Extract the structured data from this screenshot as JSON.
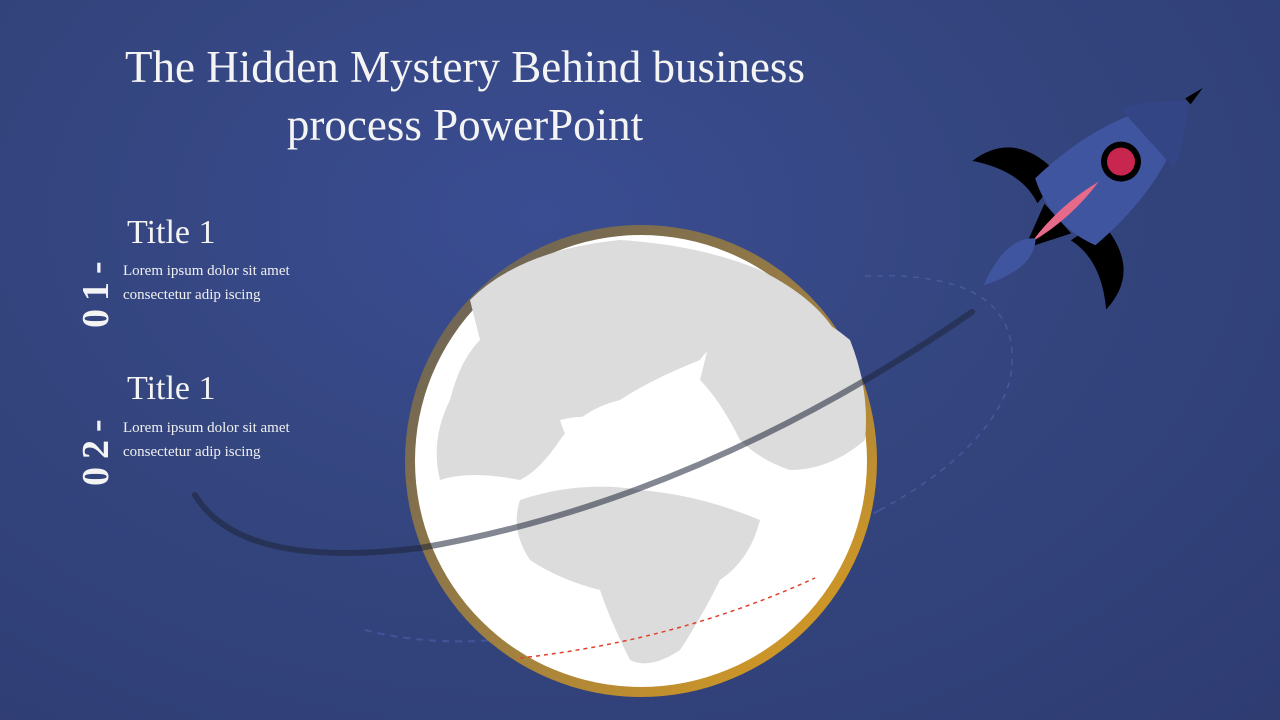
{
  "slide": {
    "title": "The Hidden Mystery Behind business process PowerPoint",
    "items": [
      {
        "number": "01-",
        "title": "Title 1",
        "text": "Lorem ipsum dolor sit amet consectetur adip iscing"
      },
      {
        "number": "02-",
        "title": "Title 1",
        "text": "Lorem ipsum dolor sit amet consectetur adip iscing"
      }
    ]
  },
  "colors": {
    "background": "#34457f",
    "ring_start": "#6b6658",
    "ring_end": "#e09e1c",
    "rocket_body": "#4055a0",
    "rocket_window": "#c9264f",
    "flame": "#e86a8a"
  }
}
